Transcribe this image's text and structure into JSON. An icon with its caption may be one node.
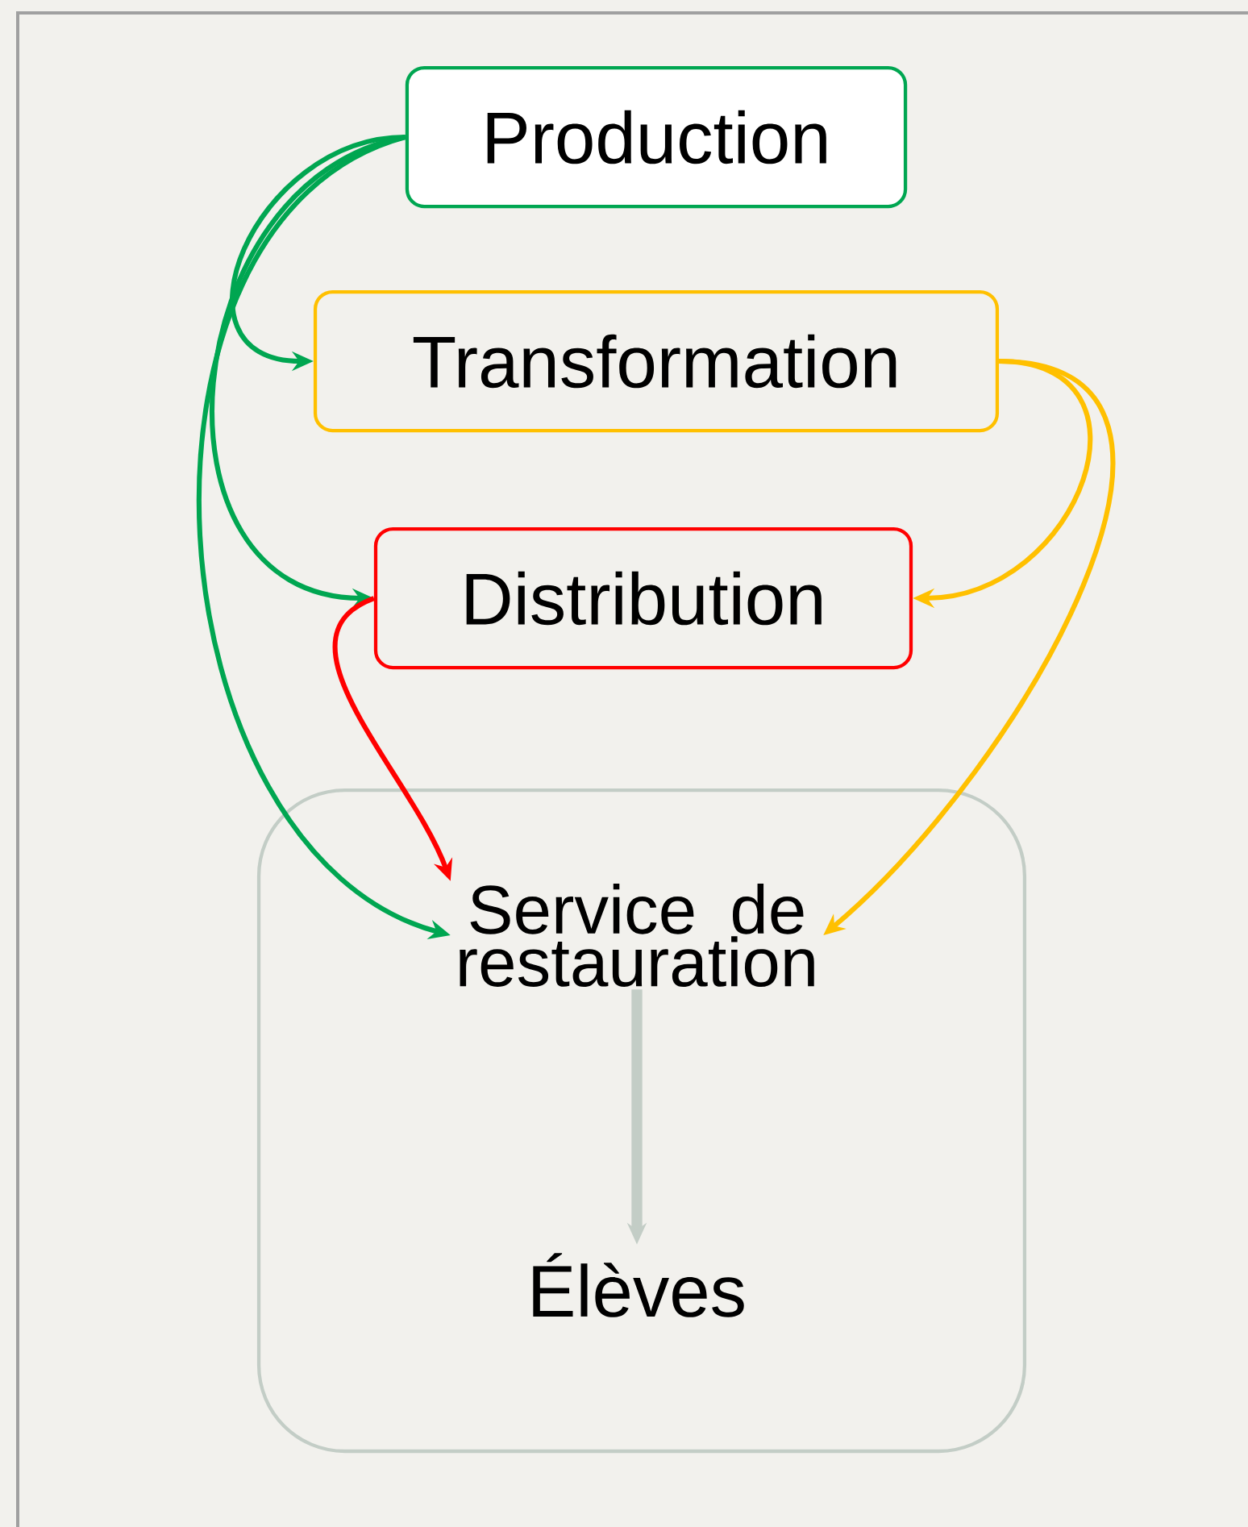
{
  "diagram": {
    "nodes": [
      {
        "text": [
          "Production"
        ]
      },
      {
        "text": [
          "Transformation"
        ]
      },
      {
        "text": [
          "Distribution"
        ]
      },
      {
        "text": [],
        "shape": "box"
      },
      {
        "text": [
          "Service de restauration"
        ],
        "in": 3
      },
      {
        "text": [
          "Élèves"
        ],
        "in": 3
      }
    ],
    "edges": [
      {
        "from": 0,
        "to": 1,
        "arrow": "to",
        "color": "#00a651"
      },
      {
        "from": 0,
        "to": 2,
        "arrow": "to",
        "color": "#00a651"
      },
      {
        "from": 0,
        "to": 4,
        "arrow": "to",
        "color": "#00a651"
      },
      {
        "from": 1,
        "to": 2,
        "arrow": "to",
        "color": "#ffc000"
      },
      {
        "from": 1,
        "to": 4,
        "arrow": "to",
        "color": "#ffc000"
      },
      {
        "from": 2,
        "to": 4,
        "arrow": "to",
        "color": "#ff0000"
      },
      {
        "from": 4,
        "to": 5,
        "arrow": "to",
        "style": "thick",
        "color": "#c3cdc6"
      }
    ]
  }
}
